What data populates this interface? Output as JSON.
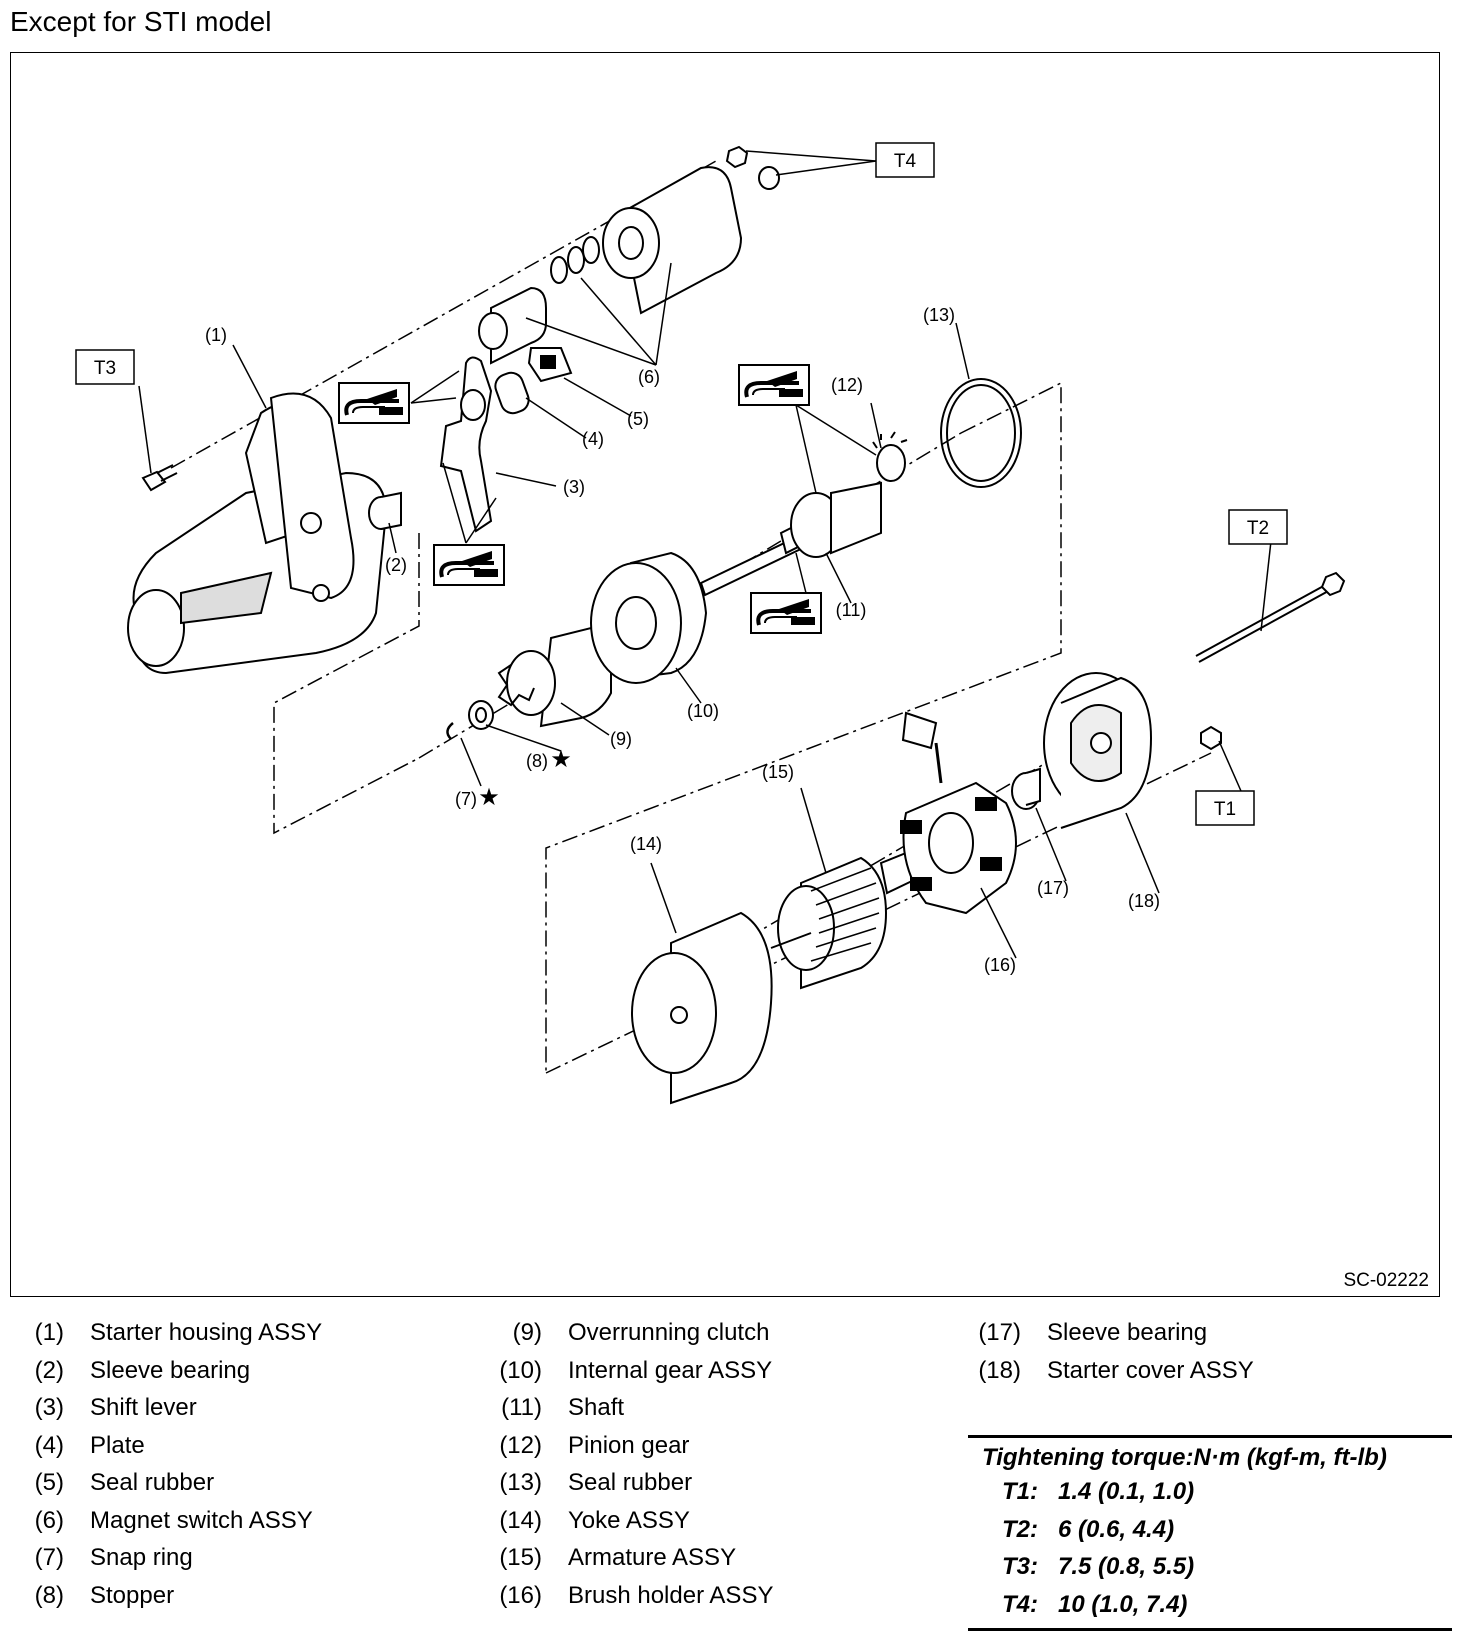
{
  "page": {
    "title": "Except for STI model",
    "figure_code": "SC-02222"
  },
  "callouts": {
    "c1": "(1)",
    "c2": "(2)",
    "c3": "(3)",
    "c4": "(4)",
    "c5": "(5)",
    "c6": "(6)",
    "c7": "(7)",
    "c8": "(8)",
    "c9": "(9)",
    "c10": "(10)",
    "c11": "(11)",
    "c12": "(12)",
    "c13": "(13)",
    "c14": "(14)",
    "c15": "(15)",
    "c16": "(16)",
    "c17": "(17)",
    "c18": "(18)",
    "star": "★",
    "t1": "T1",
    "t2": "T2",
    "t3": "T3",
    "t4": "T4"
  },
  "legend": {
    "items": [
      {
        "num": "(1)",
        "label": "Starter housing ASSY"
      },
      {
        "num": "(2)",
        "label": "Sleeve bearing"
      },
      {
        "num": "(3)",
        "label": "Shift lever"
      },
      {
        "num": "(4)",
        "label": "Plate"
      },
      {
        "num": "(5)",
        "label": "Seal rubber"
      },
      {
        "num": "(6)",
        "label": "Magnet switch ASSY"
      },
      {
        "num": "(7)",
        "label": "Snap ring"
      },
      {
        "num": "(8)",
        "label": "Stopper"
      },
      {
        "num": "(9)",
        "label": "Overrunning clutch"
      },
      {
        "num": "(10)",
        "label": "Internal gear ASSY"
      },
      {
        "num": "(11)",
        "label": "Shaft"
      },
      {
        "num": "(12)",
        "label": "Pinion gear"
      },
      {
        "num": "(13)",
        "label": "Seal rubber"
      },
      {
        "num": "(14)",
        "label": "Yoke ASSY"
      },
      {
        "num": "(15)",
        "label": "Armature ASSY"
      },
      {
        "num": "(16)",
        "label": "Brush holder ASSY"
      },
      {
        "num": "(17)",
        "label": "Sleeve bearing"
      },
      {
        "num": "(18)",
        "label": "Starter cover ASSY"
      }
    ]
  },
  "torque": {
    "heading": "Tightening torque:N·m (kgf-m, ft-lb)",
    "rows": [
      {
        "key": "T1:",
        "value": "1.4 (0.1, 1.0)"
      },
      {
        "key": "T2:",
        "value": "6 (0.6, 4.4)"
      },
      {
        "key": "T3:",
        "value": "7.5 (0.8, 5.5)"
      },
      {
        "key": "T4:",
        "value": "10 (1.0, 7.4)"
      }
    ]
  }
}
